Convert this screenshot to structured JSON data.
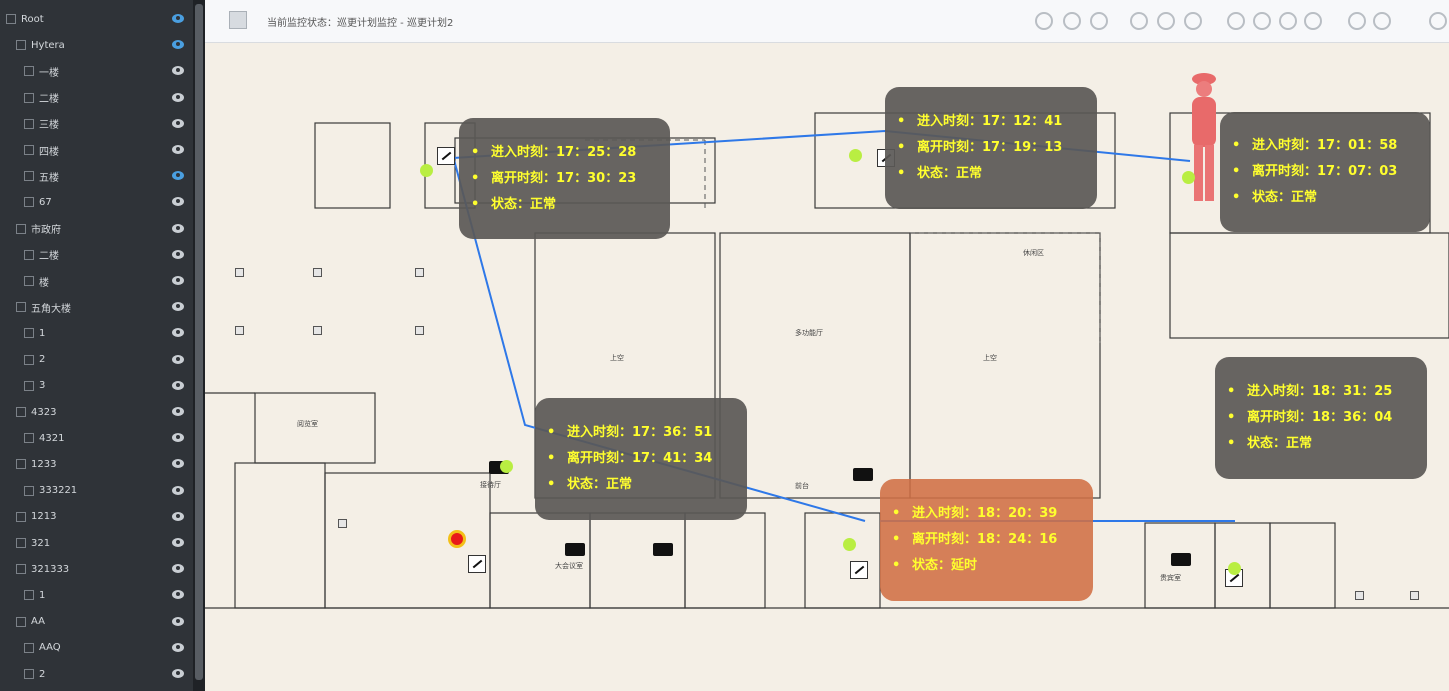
{
  "sidebar": {
    "items": [
      {
        "label": "Root",
        "active": true
      },
      {
        "label": "Hytera",
        "active": true
      },
      {
        "label": "一楼",
        "active": false
      },
      {
        "label": "二楼",
        "active": false
      },
      {
        "label": "三楼",
        "active": false
      },
      {
        "label": "四楼",
        "active": false
      },
      {
        "label": "五楼",
        "active": true
      },
      {
        "label": "67",
        "active": false
      },
      {
        "label": "市政府",
        "active": false
      },
      {
        "label": "二楼",
        "active": false
      },
      {
        "label": "楼",
        "active": false
      },
      {
        "label": "五角大楼",
        "active": false
      },
      {
        "label": "1",
        "active": false
      },
      {
        "label": "2",
        "active": false
      },
      {
        "label": "3",
        "active": false
      },
      {
        "label": "4323",
        "active": false
      },
      {
        "label": "4321",
        "active": false
      },
      {
        "label": "1233",
        "active": false
      },
      {
        "label": "333221",
        "active": false
      },
      {
        "label": "1213",
        "active": false
      },
      {
        "label": "321",
        "active": false
      },
      {
        "label": "321333",
        "active": false
      },
      {
        "label": "1",
        "active": false
      },
      {
        "label": "AA",
        "active": false
      },
      {
        "label": "AAQ",
        "active": false
      },
      {
        "label": "2",
        "active": false
      }
    ]
  },
  "toolbar": {
    "status": "当前监控状态：巡更计划监控 - 巡更计划2",
    "buttons": [
      "refresh-icon",
      "lock-icon",
      "print-icon",
      "rotate-left-icon",
      "rotate-right-icon",
      "undo-icon",
      "play-icon",
      "people-icon",
      "globe-icon",
      "users-icon",
      "group-icon",
      "sync-icon",
      "window-icon"
    ]
  },
  "labels": {
    "enter": "进入时刻：",
    "leave": "离开时刻：",
    "status": "状态：",
    "bullet": "•"
  },
  "checkpoints": [
    {
      "enter": "17：01：58",
      "leave": "17：07：03",
      "status": "正常",
      "delayed": false
    },
    {
      "enter": "17：12：41",
      "leave": "17：19：13",
      "status": "正常",
      "delayed": false
    },
    {
      "enter": "17：25：28",
      "leave": "17：30：23",
      "status": "正常",
      "delayed": false
    },
    {
      "enter": "17：36：51",
      "leave": "17：41：34",
      "status": "正常",
      "delayed": false
    },
    {
      "enter": "18：20：39",
      "leave": "18：24：16",
      "status": "延时",
      "delayed": true
    },
    {
      "enter": "18：31：25",
      "leave": "18：36：04",
      "status": "正常",
      "delayed": false
    }
  ],
  "rooms": {
    "r1": "休闲区",
    "r2": "多功能厅",
    "r3": "上空",
    "r4": "上空",
    "r5": "阅览室",
    "r6": "前台",
    "r7": "接待厅",
    "r8": "大会议室",
    "r9": "贵宾室"
  },
  "colors": {
    "route_line": "#2e78e8",
    "normal_box": "#5a5856",
    "delayed_box": "#d07044",
    "text": "#ffff2e",
    "checkpoint_dot": "#b9ee42"
  }
}
